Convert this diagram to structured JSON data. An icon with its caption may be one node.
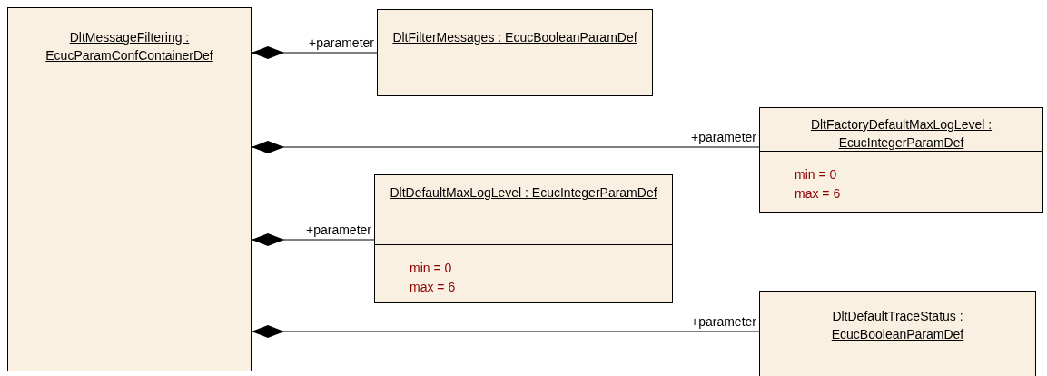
{
  "diagram": {
    "nodes": [
      {
        "text": [
          "DltMessageFiltering : EcucParamConfContainerDef"
        ]
      },
      {
        "text": [
          "DltFilterMessages : EcucBooleanParamDef"
        ]
      },
      {
        "text": [
          "DltFactoryDefaultMaxLogLevel : EcucIntegerParamDef",
          "min = 0 max = 6"
        ]
      },
      {
        "text": [
          "DltDefaultMaxLogLevel : EcucIntegerParamDef",
          "min = 0 max = 6"
        ]
      },
      {
        "text": [
          "DltDefaultTraceStatus : EcucBooleanParamDef"
        ]
      }
    ],
    "edges": [
      {
        "from": 0,
        "to": 1,
        "arrow": "other",
        "label": "+parameter"
      },
      {
        "from": 0,
        "to": 2,
        "arrow": "other",
        "label": "+parameter"
      },
      {
        "from": 0,
        "to": 3,
        "arrow": "other",
        "label": "+parameter"
      },
      {
        "from": 0,
        "to": 4,
        "arrow": "other",
        "label": "+parameter"
      }
    ]
  }
}
